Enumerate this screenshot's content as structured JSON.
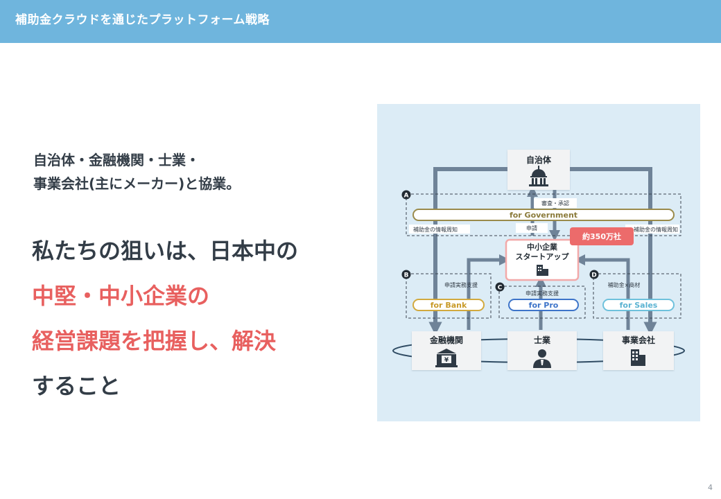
{
  "header": {
    "title": "補助金クラウドを通じたプラットフォーム戦略"
  },
  "intro": {
    "line1": "自治体・金融機関・士業・",
    "line2": "事業会社(主にメーカー)と協業。"
  },
  "goal": {
    "line1": "私たちの狙いは、日本中の",
    "line2": "中堅・中小企業の",
    "line3": "経営課題を把握し、解決",
    "line4": "すること"
  },
  "diagram": {
    "top_node": "自治体",
    "center_node": {
      "line1": "中小企業",
      "line2": "スタートアップ"
    },
    "count_badge": "約350万社",
    "bottom_nodes": {
      "bank": "金融機関",
      "pro": "士業",
      "company": "事業会社"
    },
    "pills": {
      "government": "for Government",
      "bank": "for Bank",
      "pro": "for Pro",
      "sales": "for Sales"
    },
    "markers": {
      "a": "A",
      "b": "B",
      "c": "C",
      "d": "D"
    },
    "labels": {
      "review": "審査・承認",
      "apply": "申請",
      "info_left": "補助金の情報周知",
      "info_right": "補助金の情報周知",
      "support_b": "申請実務支援",
      "support_c": "申請実務支援",
      "subsidy_product": "補助金×商材"
    },
    "colors": {
      "government": "#9a8a4a",
      "bank": "#d2a93e",
      "pro": "#3d74c9",
      "sales": "#6ec1dc",
      "badge": "#ec6b6b",
      "arrow": "#6f8398"
    }
  },
  "page_number": "4"
}
